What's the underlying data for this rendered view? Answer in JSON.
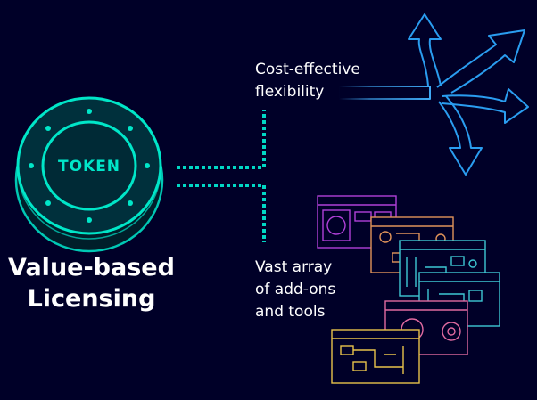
{
  "token": {
    "label": "TOKEN"
  },
  "heading": {
    "line1": "Value-based",
    "line2": "Licensing"
  },
  "features": [
    {
      "line1": "Cost-effective",
      "line2": "flexibility"
    },
    {
      "line1": "Vast array",
      "line2": "of add-ons",
      "line3": "and tools"
    }
  ],
  "colors": {
    "background": "#000028",
    "teal": "#00d7c4",
    "arrow_blue": "#1e8fd6",
    "window_purple": "#b040d8",
    "window_orange": "#e0935a",
    "window_cyan": "#3ec8d4",
    "window_pink": "#e06aa0",
    "window_yellow": "#e8c24a"
  }
}
